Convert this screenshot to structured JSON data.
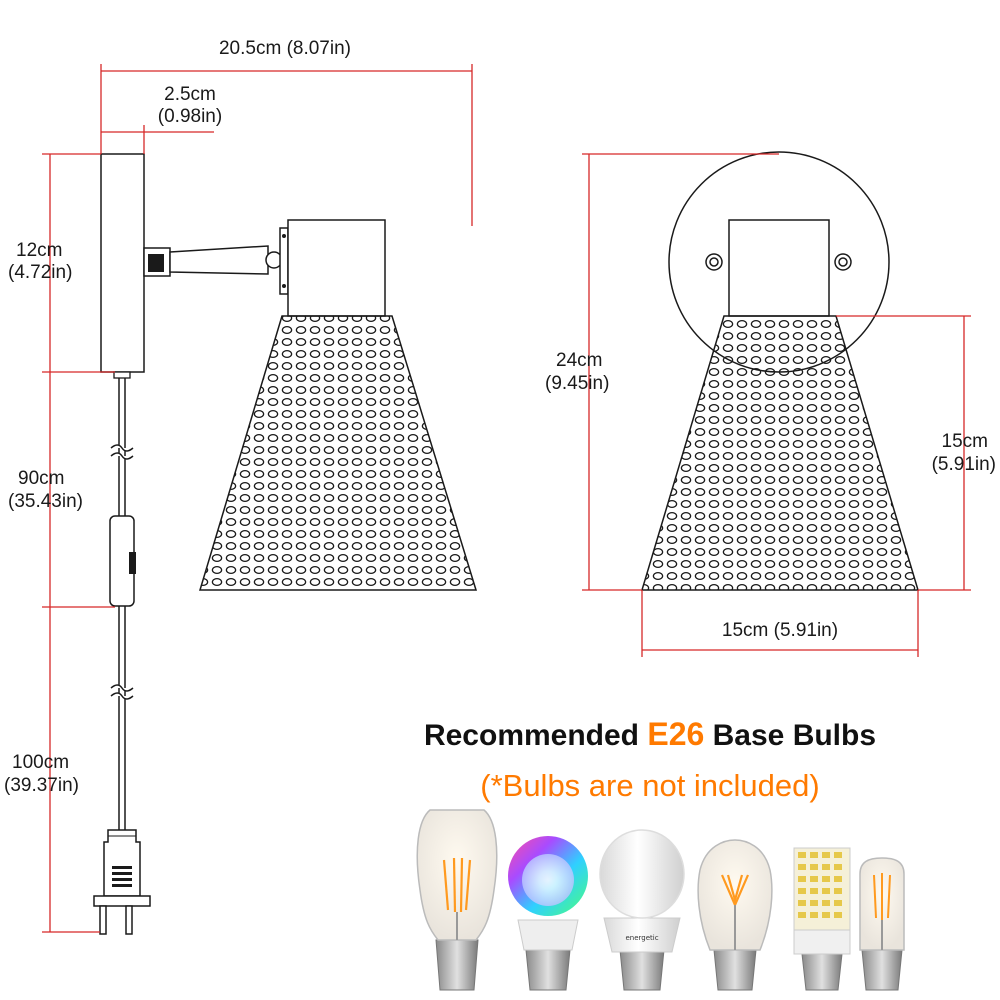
{
  "colors": {
    "dimension_line": "#d62828",
    "accent": "#ff7a00",
    "outline": "#1a1a1a"
  },
  "dimensions": {
    "total_width": {
      "cm": "20.5cm",
      "in": "(8.07in)",
      "text": "20.5cm (8.07in)"
    },
    "backplate_depth": {
      "cm": "2.5cm",
      "in": "(0.98in)"
    },
    "backplate_height": {
      "cm": "12cm",
      "in": "(4.72in)"
    },
    "cord_upper": {
      "cm": "90cm",
      "in": "(35.43in)"
    },
    "cord_lower": {
      "cm": "100cm",
      "in": "(39.37in)"
    },
    "total_height": {
      "cm": "24cm",
      "in": "(9.45in)"
    },
    "shade_height": {
      "cm": "15cm",
      "in": "(5.91in)"
    },
    "shade_width": {
      "text": "15cm (5.91in)"
    }
  },
  "heading": {
    "prefix": "Recommended",
    "highlight": "E26",
    "suffix": "Base Bulbs"
  },
  "note": "(*Bulbs are not included)",
  "bulbs": [
    {
      "type": "ST64 vintage filament bulb",
      "icon": "filament-st64-icon"
    },
    {
      "type": "RGB smart bulb",
      "icon": "rgb-smart-bulb-icon"
    },
    {
      "type": "A19 LED bulb",
      "icon": "a19-led-bulb-icon",
      "brand": "energetic"
    },
    {
      "type": "A19 filament bulb",
      "icon": "filament-a19-icon"
    },
    {
      "type": "corn LED bulb",
      "icon": "corn-led-bulb-icon"
    },
    {
      "type": "T45 tubular filament bulb",
      "icon": "filament-tube-icon"
    }
  ]
}
